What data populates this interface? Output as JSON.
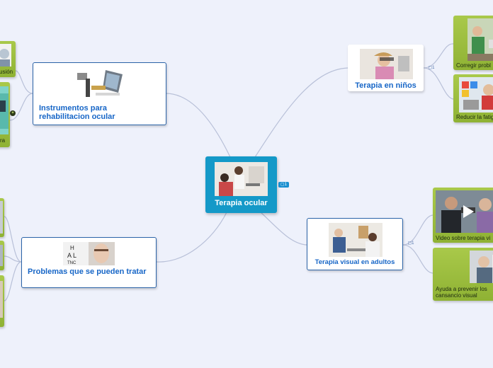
{
  "center": {
    "label": "Terapia ocular",
    "badge": "1"
  },
  "nodes": {
    "instrumentos": {
      "label": "Instrumentos para rehabilitacion ocular"
    },
    "problemas": {
      "label": "Problemas que se pueden tratar"
    },
    "ninos": {
      "label": "Terapia en niños",
      "badge": "1"
    },
    "adultos": {
      "label": "Terapia visual en adultos",
      "badge": "1"
    }
  },
  "leaves": {
    "corregir": {
      "caption": "Corregir probl"
    },
    "reducir": {
      "caption": "Reducir la fatig"
    },
    "video": {
      "caption": "Video sobre terapia vi"
    },
    "ayuda": {
      "caption": "Ayuda  a prevenir los cansancio visual"
    },
    "fusion": {
      "caption": "usión"
    },
    "ra": {
      "caption": "ra"
    }
  },
  "colors": {
    "link": "#b8c0d8",
    "center": "#1499c8",
    "border": "#2b63a8",
    "label": "#1766c7",
    "leaf": "#9dbd3e"
  }
}
